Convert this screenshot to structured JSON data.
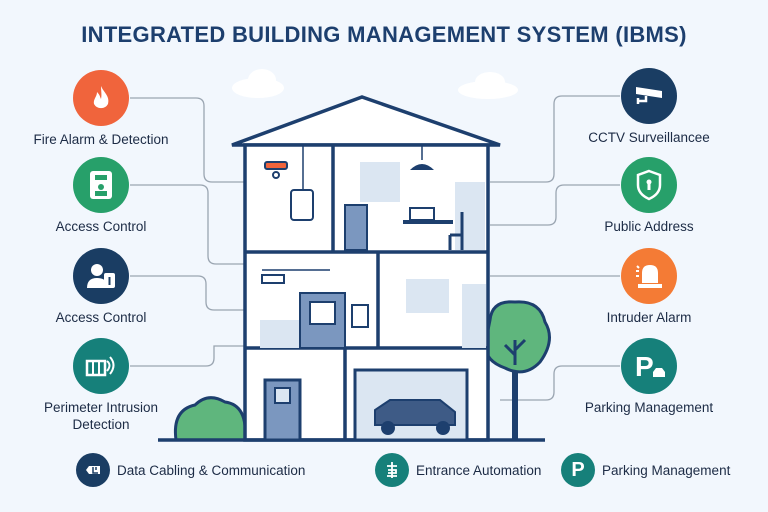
{
  "title": "INTEGRATED BUILDING MANAGEMENT SYSTEM (IBMS)",
  "left_systems": [
    {
      "label": "Fire Alarm & Detection",
      "icon": "flame-icon",
      "color": "#f0643c"
    },
    {
      "label": "Access Control",
      "icon": "keypad-badge-icon",
      "color": "#27a06a"
    },
    {
      "label": "Access Control",
      "icon": "user-id-icon",
      "color": "#1a3d63"
    },
    {
      "label": "Perimeter Intrusion Detection",
      "icon": "fence-sensor-icon",
      "color": "#16807a"
    }
  ],
  "right_systems": [
    {
      "label": "CCTV Surveillancee",
      "icon": "cctv-camera-icon",
      "color": "#1a3d63"
    },
    {
      "label": "Public Address",
      "icon": "shield-lock-icon",
      "color": "#27a06a"
    },
    {
      "label": "Intruder Alarm",
      "icon": "siren-icon",
      "color": "#f47b35"
    },
    {
      "label": "Parking Management",
      "icon": "parking-car-icon",
      "color": "#16807a"
    }
  ],
  "bottom_systems": [
    {
      "label": "Data Cabling & Communication",
      "icon": "network-cable-icon",
      "color": "#1a3d63"
    },
    {
      "label": "Entrance Automation",
      "icon": "gate-icon",
      "color": "#16807a"
    },
    {
      "label": "Parking Management",
      "icon": "parking-icon",
      "color": "#16807a",
      "glyph": "P"
    }
  ]
}
